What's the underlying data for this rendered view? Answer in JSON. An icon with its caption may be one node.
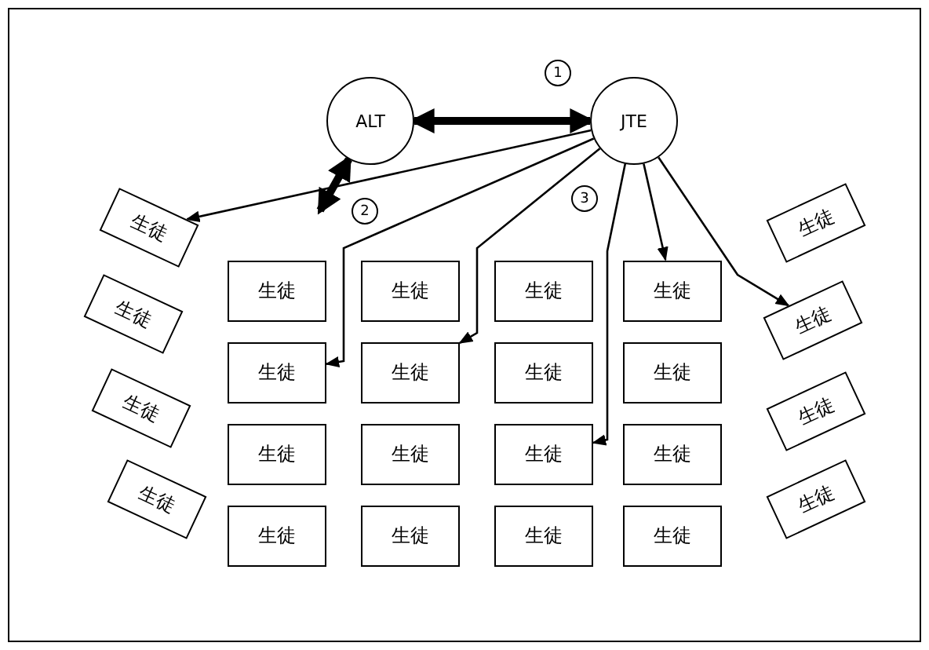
{
  "diagram": {
    "nodes": [
      {
        "text": [
          "ALT"
        ]
      },
      {
        "text": [
          "JTE"
        ]
      },
      {
        "text": [
          "生徒"
        ]
      },
      {
        "text": [
          "生徒"
        ]
      },
      {
        "text": [
          "生徒"
        ]
      },
      {
        "text": [
          "生徒"
        ]
      },
      {
        "text": [
          "生徒"
        ]
      },
      {
        "text": [
          "生徒"
        ]
      },
      {
        "text": [
          "生徒"
        ]
      },
      {
        "text": [
          "生徒"
        ]
      },
      {
        "text": [
          "生徒"
        ]
      },
      {
        "text": [
          "生徒"
        ]
      },
      {
        "text": [
          "生徒"
        ]
      },
      {
        "text": [
          "生徒"
        ]
      },
      {
        "text": [
          "生徒"
        ]
      },
      {
        "text": [
          "生徒"
        ]
      },
      {
        "text": [
          "生徒"
        ]
      },
      {
        "text": [
          "生徒"
        ]
      },
      {
        "text": [
          "生徒"
        ]
      },
      {
        "text": [
          "生徒"
        ]
      },
      {
        "text": [
          "生徒"
        ]
      },
      {
        "text": [
          "生徒"
        ]
      },
      {
        "text": [
          "生徒"
        ]
      },
      {
        "text": [
          "生徒"
        ]
      },
      {
        "text": [
          "生徒"
        ]
      },
      {
        "text": [
          "生徒"
        ]
      }
    ],
    "edges": [
      {
        "from": 0,
        "to": 1,
        "arrow": "both",
        "style": "thick"
      },
      {
        "from": 0,
        "to": null,
        "arrow": "both",
        "style": "thick"
      },
      {
        "from": 1,
        "to": 2,
        "arrow": "to"
      },
      {
        "from": 1,
        "to": 10,
        "arrow": "to"
      },
      {
        "from": 1,
        "to": 11,
        "arrow": "to"
      },
      {
        "from": 1,
        "to": 16,
        "arrow": "to"
      },
      {
        "from": 1,
        "to": 9,
        "arrow": "to"
      },
      {
        "from": 1,
        "to": 23,
        "arrow": "to"
      }
    ],
    "labels": [
      "1",
      "2",
      "3"
    ]
  }
}
